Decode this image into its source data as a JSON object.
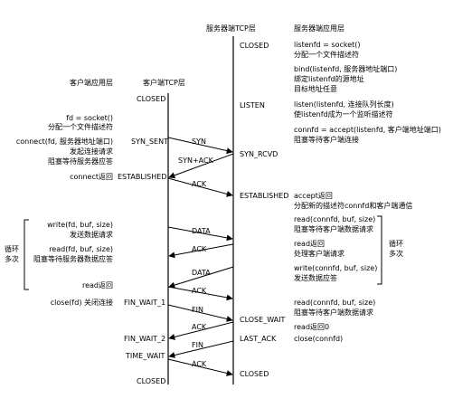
{
  "headers": {
    "server_tcp": "服务器端TCP层",
    "server_app": "服务器端应用层",
    "client_app": "客户端应用层",
    "client_tcp": "客户端TCP层"
  },
  "server_states": {
    "closed_top": "CLOSED",
    "listen": "LISTEN",
    "syn_rcvd": "SYN_RCVD",
    "established": "ESTABLISHED",
    "close_wait": "CLOSE_WAIT",
    "last_ack": "LAST_ACK",
    "closed_bottom": "CLOSED"
  },
  "client_states": {
    "closed_top": "CLOSED",
    "syn_sent": "SYN_SENT",
    "established": "ESTABLISHED",
    "fin_wait_1": "FIN_WAIT_1",
    "fin_wait_2": "FIN_WAIT_2",
    "time_wait": "TIME_WAIT",
    "closed_bottom": "CLOSED"
  },
  "server_notes": {
    "socket_call": "listenfd = socket()",
    "socket_desc": "分配一个文件描述符",
    "bind_call": "bind(listenfd, 服务器地址端口)",
    "bind_desc1": "绑定listenfd的源地址",
    "bind_desc2": "目标地址任意",
    "listen_call": "listen(listenfd, 连接队列长度)",
    "listen_desc": "使listenfd成为一个监听描述符",
    "accept_call": "connfd = accept(listenfd, 客户端地址端口)",
    "accept_desc": "阻塞等待客户端连接",
    "accept_ret": "accept返回",
    "accept_ret_desc": "分配新的描述符connfd和客户端通信",
    "read_call": "read(connfd, buf, size)",
    "read_desc": "阻塞等待客户端数据请求",
    "read_ret": "read返回",
    "process_desc": "处理客户端请求",
    "write_call": "write(connfd, buf, size)",
    "write_desc": "发送数据应答",
    "read2_call": "read(connfd, buf, size)",
    "read2_desc": "阻塞等待客户端数据请求",
    "read0": "read返回0",
    "close_call": "close(connfd)",
    "loop_label1": "循环",
    "loop_label2": "多次"
  },
  "client_notes": {
    "socket_call": "fd = socket()",
    "socket_desc": "分配一个文件描述符",
    "connect_call": "connect(fd, 服务器地址端口)",
    "connect_desc1": "发起连接请求",
    "connect_desc2": "阻塞等待服务器应答",
    "connect_ret": "connect返回",
    "write_call": "write(fd, buf, size)",
    "write_desc": "发送数据请求",
    "read_call": "read(fd, buf, size)",
    "read_desc": "阻塞等待服务器数据应答",
    "read_ret": "read返回",
    "close_call": "close(fd) 关闭连接",
    "loop_label1": "循环",
    "loop_label2": "多次"
  },
  "messages": {
    "syn": "SYN",
    "syn_ack": "SYN+ACK",
    "ack1": "ACK",
    "data1": "DATA",
    "ack2": "ACK",
    "data2": "DATA",
    "ack3": "ACK",
    "fin1": "FIN",
    "ack4": "ACK",
    "fin2": "FIN",
    "ack5": "ACK"
  }
}
